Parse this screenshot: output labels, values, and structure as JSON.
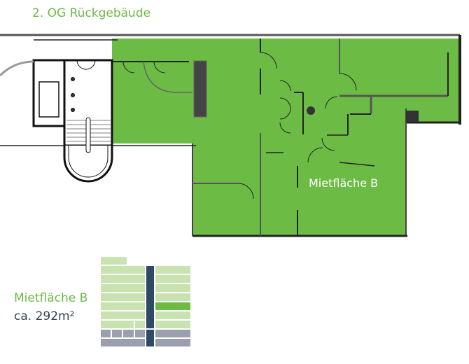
{
  "header": {
    "title": "2. OG Rückgebäude"
  },
  "floorplan": {
    "unit_label": "Mietfläche B",
    "highlight_color": "#6cbb45"
  },
  "legend": {
    "unit_name": "Mietfläche B",
    "area": "ca. 292m²",
    "colors": {
      "floor": "#c8e3b0",
      "selected": "#6cbb45",
      "core": "#2f4a66",
      "base": "#9a9ead"
    }
  }
}
